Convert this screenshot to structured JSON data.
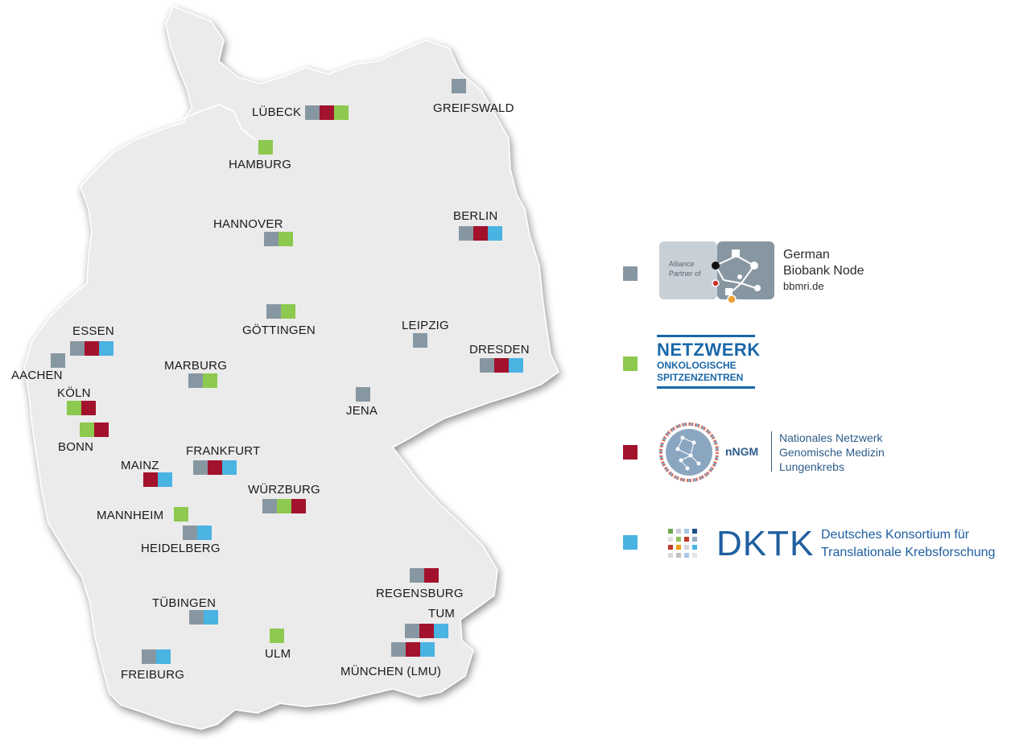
{
  "colors": {
    "gbn": "#8797a2",
    "nwoz": "#8dc94e",
    "nngm": "#a3122c",
    "dktk": "#49b3e2"
  },
  "cities": [
    {
      "name": "LÜBECK",
      "markers": [
        "gbn",
        "nngm",
        "nwoz"
      ]
    },
    {
      "name": "GREIFSWALD",
      "markers": [
        "gbn"
      ]
    },
    {
      "name": "HAMBURG",
      "markers": [
        "nwoz"
      ]
    },
    {
      "name": "HANNOVER",
      "markers": [
        "gbn",
        "nwoz"
      ]
    },
    {
      "name": "BERLIN",
      "markers": [
        "gbn",
        "nngm",
        "dktk"
      ]
    },
    {
      "name": "GÖTTINGEN",
      "markers": [
        "gbn",
        "nwoz"
      ]
    },
    {
      "name": "ESSEN",
      "markers": [
        "gbn",
        "nngm",
        "dktk"
      ]
    },
    {
      "name": "LEIPZIG",
      "markers": [
        "gbn"
      ]
    },
    {
      "name": "DRESDEN",
      "markers": [
        "gbn",
        "nngm",
        "dktk"
      ]
    },
    {
      "name": "AACHEN",
      "markers": [
        "gbn"
      ]
    },
    {
      "name": "MARBURG",
      "markers": [
        "gbn",
        "nwoz"
      ]
    },
    {
      "name": "KÖLN",
      "markers": [
        "nwoz",
        "nngm"
      ]
    },
    {
      "name": "JENA",
      "markers": [
        "gbn"
      ]
    },
    {
      "name": "BONN",
      "markers": [
        "nwoz",
        "nngm"
      ]
    },
    {
      "name": "FRANKFURT",
      "markers": [
        "gbn",
        "nngm",
        "dktk"
      ]
    },
    {
      "name": "MAINZ",
      "markers": [
        "nngm",
        "dktk"
      ]
    },
    {
      "name": "WÜRZBURG",
      "markers": [
        "gbn",
        "nwoz",
        "nngm"
      ]
    },
    {
      "name": "MANNHEIM",
      "markers": [
        "nwoz"
      ]
    },
    {
      "name": "HEIDELBERG",
      "markers": [
        "gbn",
        "dktk"
      ]
    },
    {
      "name": "REGENSBURG",
      "markers": [
        "gbn",
        "nngm"
      ]
    },
    {
      "name": "TÜBINGEN",
      "markers": [
        "gbn",
        "dktk"
      ]
    },
    {
      "name": "TUM",
      "markers": [
        "gbn",
        "nngm",
        "dktk"
      ]
    },
    {
      "name": "ULM",
      "markers": [
        "nwoz"
      ]
    },
    {
      "name": "MÜNCHEN (LMU)",
      "markers": [
        "gbn",
        "nngm",
        "dktk"
      ]
    },
    {
      "name": "FREIBURG",
      "markers": [
        "gbn",
        "dktk"
      ]
    }
  ],
  "legend": {
    "gbn": {
      "alliance": [
        "Alliance",
        "Partner of"
      ],
      "title_lines": [
        "German",
        "Biobank Node"
      ],
      "url": "bbmri.de"
    },
    "nwoz": {
      "lines": [
        "NETZWERK",
        "ONKOLOGISCHE",
        "SPITZENZENTREN"
      ]
    },
    "nngm": {
      "abbr": "nNGM",
      "lines": [
        "Nationales Netzwerk",
        "Genomische Medizin",
        "Lungenkrebs"
      ]
    },
    "dktk": {
      "abbr": "DKTK",
      "lines": [
        "Deutsches Konsortium für",
        "Translationale Krebsforschung"
      ]
    }
  }
}
